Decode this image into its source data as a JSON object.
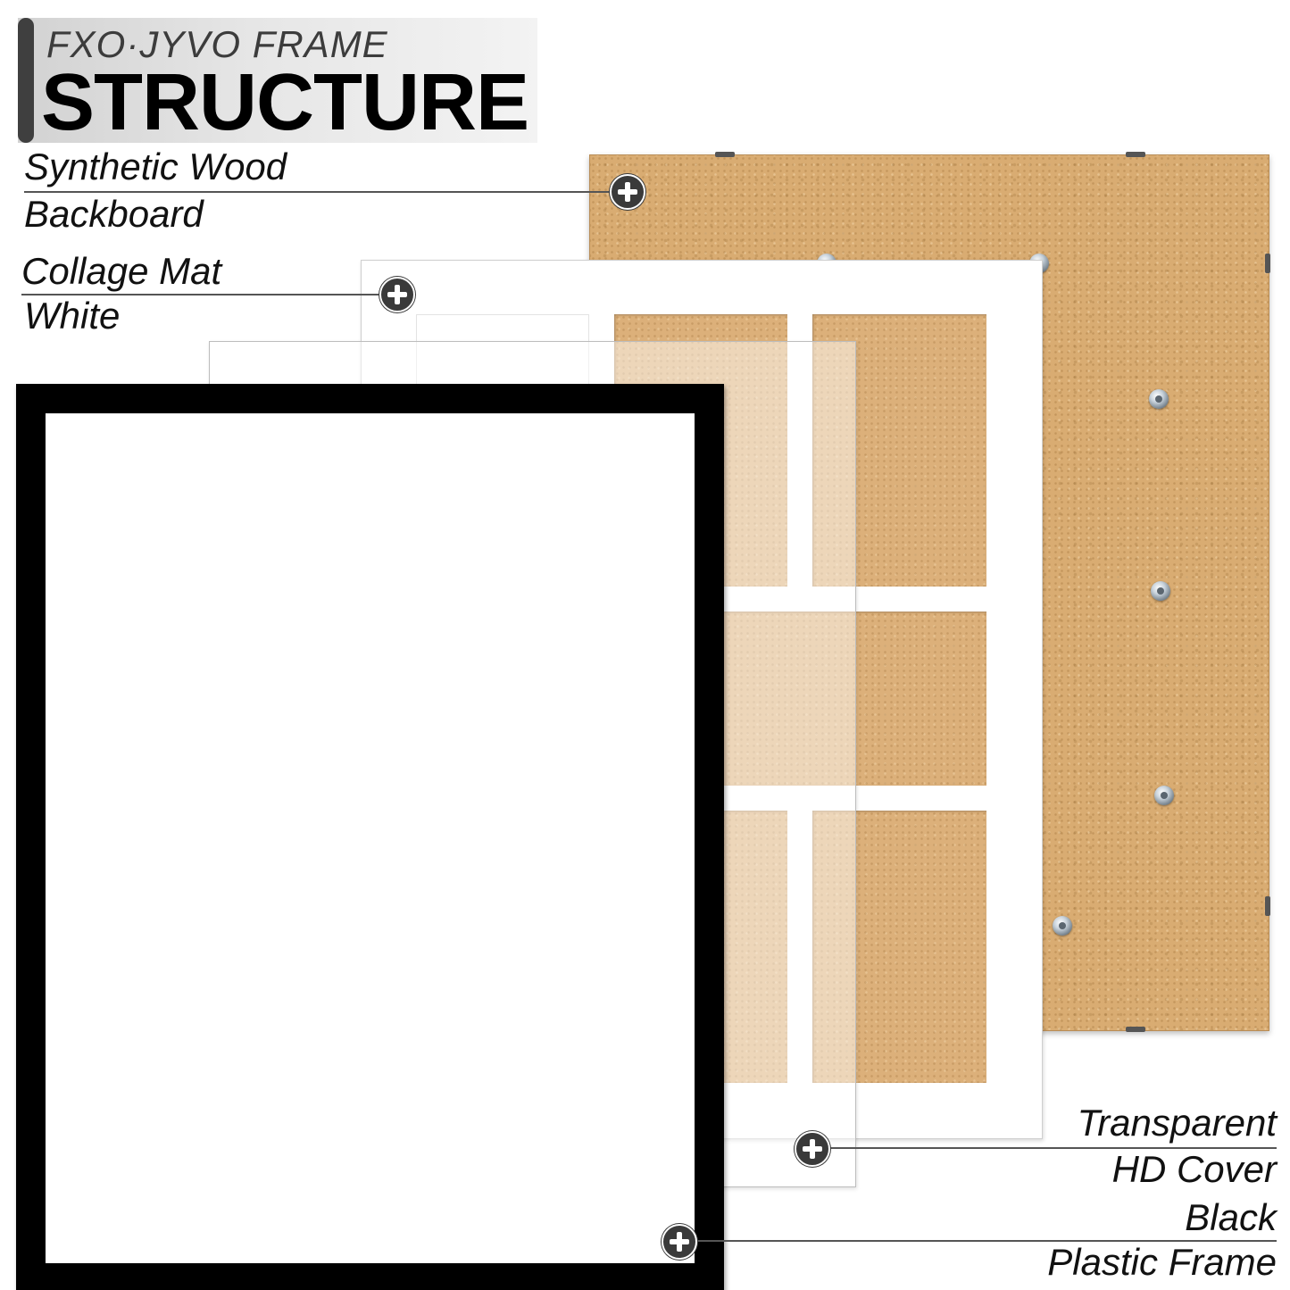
{
  "header": {
    "brand": "FXO·JYVO FRAME",
    "title": "STRUCTURE"
  },
  "labels": {
    "backboard": {
      "line1": "Synthetic Wood",
      "line2": "Backboard"
    },
    "mat": {
      "line1": "Collage Mat",
      "line2": "White"
    },
    "cover": {
      "line1": "Transparent",
      "line2": "HD Cover"
    },
    "frame": {
      "line1": "Black",
      "line2": "Plastic Frame"
    }
  },
  "icons": {
    "callout": "plus-circle-icon",
    "fastener": "screw-icon"
  },
  "colors": {
    "backboard": "#d9ac72",
    "mat": "#ffffff",
    "frame": "#000000",
    "callout": "#3a3a3a"
  }
}
